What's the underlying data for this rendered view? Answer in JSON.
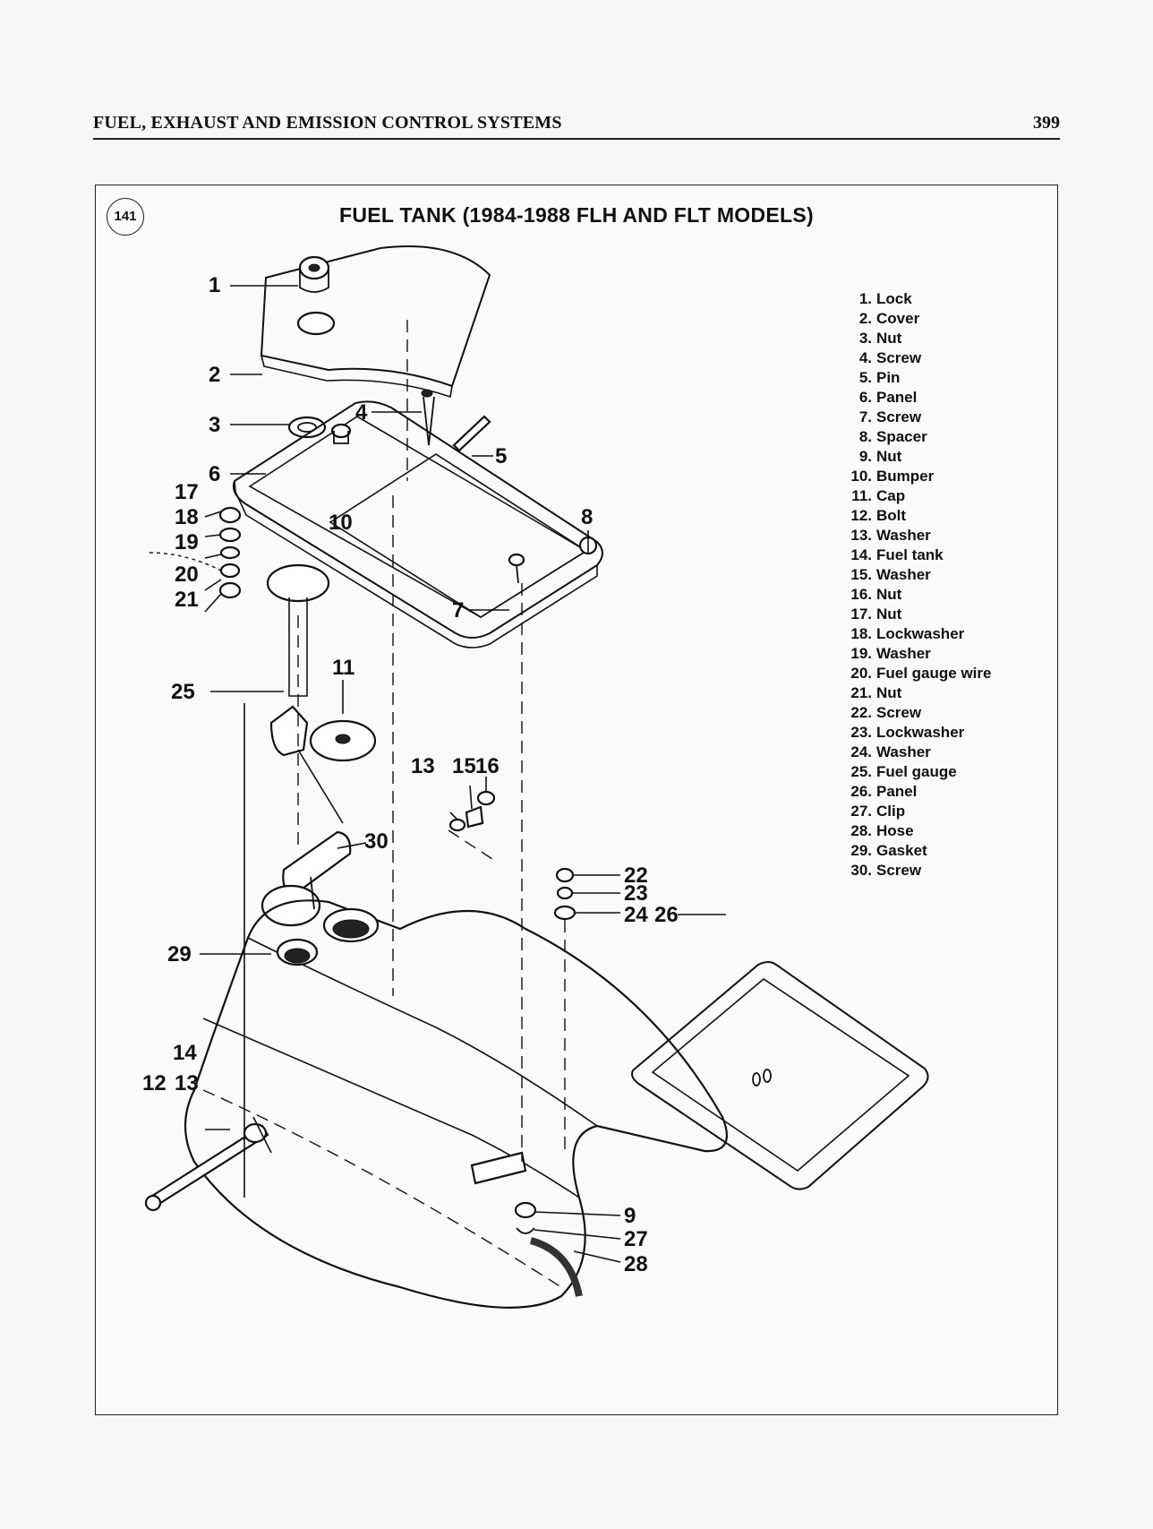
{
  "header": {
    "section_title": "FUEL, EXHAUST AND EMISSION CONTROL SYSTEMS",
    "page_number": "399"
  },
  "figure": {
    "number": "141",
    "title": "FUEL TANK (1984-1988 FLH AND FLT MODELS)",
    "legend": [
      {
        "num": "1.",
        "label": "Lock"
      },
      {
        "num": "2.",
        "label": "Cover"
      },
      {
        "num": "3.",
        "label": "Nut"
      },
      {
        "num": "4.",
        "label": "Screw"
      },
      {
        "num": "5.",
        "label": "Pin"
      },
      {
        "num": "6.",
        "label": "Panel"
      },
      {
        "num": "7.",
        "label": "Screw"
      },
      {
        "num": "8.",
        "label": "Spacer"
      },
      {
        "num": "9.",
        "label": "Nut"
      },
      {
        "num": "10.",
        "label": "Bumper"
      },
      {
        "num": "11.",
        "label": "Cap"
      },
      {
        "num": "12.",
        "label": "Bolt"
      },
      {
        "num": "13.",
        "label": "Washer"
      },
      {
        "num": "14.",
        "label": "Fuel tank"
      },
      {
        "num": "15.",
        "label": "Washer"
      },
      {
        "num": "16.",
        "label": "Nut"
      },
      {
        "num": "17.",
        "label": "Nut"
      },
      {
        "num": "18.",
        "label": "Lockwasher"
      },
      {
        "num": "19.",
        "label": "Washer"
      },
      {
        "num": "20.",
        "label": "Fuel gauge wire"
      },
      {
        "num": "21.",
        "label": "Nut"
      },
      {
        "num": "22.",
        "label": "Screw"
      },
      {
        "num": "23.",
        "label": "Lockwasher"
      },
      {
        "num": "24.",
        "label": "Washer"
      },
      {
        "num": "25.",
        "label": "Fuel gauge"
      },
      {
        "num": "26.",
        "label": "Panel"
      },
      {
        "num": "27.",
        "label": "Clip"
      },
      {
        "num": "28.",
        "label": "Hose"
      },
      {
        "num": "29.",
        "label": "Gasket"
      },
      {
        "num": "30.",
        "label": "Screw"
      }
    ],
    "callouts": {
      "c1": "1",
      "c2": "2",
      "c3": "3",
      "c4": "4",
      "c5": "5",
      "c6": "6",
      "c7": "7",
      "c8": "8",
      "c9": "9",
      "c10": "10",
      "c11": "11",
      "c12": "12",
      "c13a": "13",
      "c13b": "13",
      "c14": "14",
      "c15": "15",
      "c16": "16",
      "c17": "17",
      "c18": "18",
      "c19": "19",
      "c20": "20",
      "c21": "21",
      "c22": "22",
      "c23": "23",
      "c24": "24",
      "c25": "25",
      "c26": "26",
      "c27": "27",
      "c28": "28",
      "c29": "29",
      "c30": "30"
    }
  }
}
